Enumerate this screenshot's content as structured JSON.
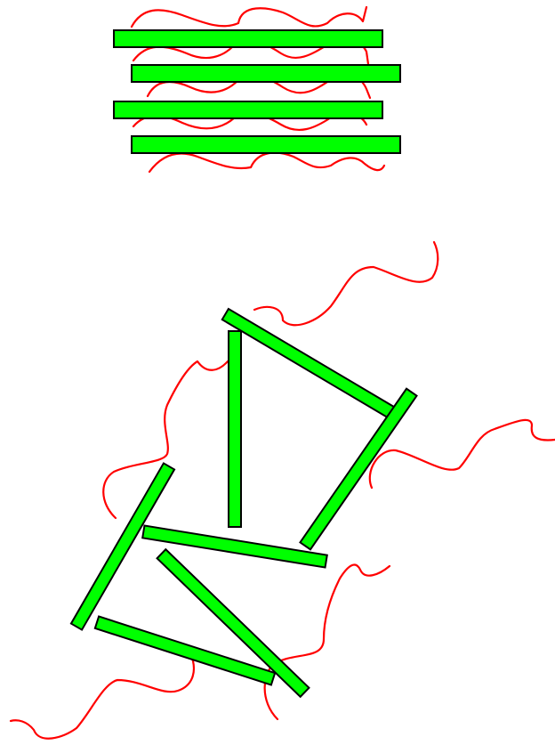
{
  "diagram": {
    "colors": {
      "rod_fill": "#00ff00",
      "rod_outline": "#000000",
      "chain": "#ff0000",
      "background": "#ffffff"
    },
    "ordered_structure": {
      "rod_count": 4,
      "chain_count": 5
    },
    "disordered_structure": {
      "rod_count": 7,
      "chain_count": 5
    }
  }
}
